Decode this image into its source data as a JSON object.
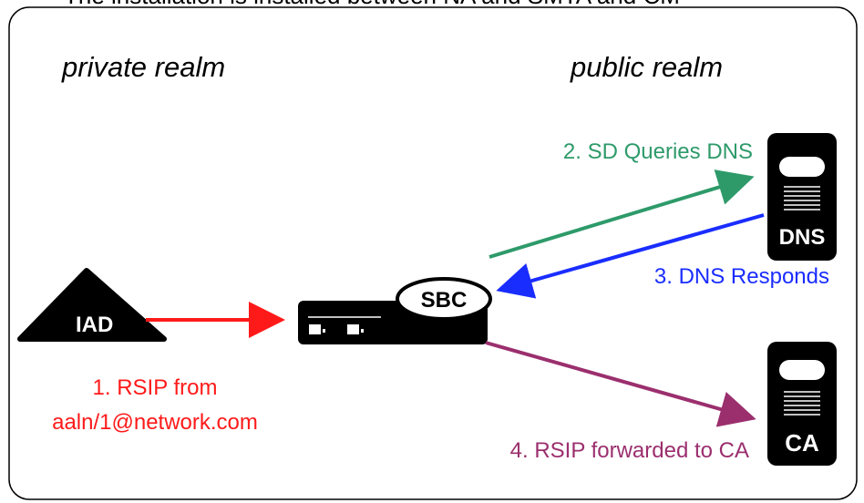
{
  "top_caption": "The installation is installed between NA and SMTA and CM",
  "realms": {
    "private": "private realm",
    "public": "public realm"
  },
  "nodes": {
    "iad": "IAD",
    "sbc": "SBC",
    "dns": "DNS",
    "ca": "CA"
  },
  "steps": {
    "step1_line1": "1. RSIP from",
    "step1_line2": "aaln/1@network.com",
    "step2": "2. SD Queries DNS",
    "step3": "3. DNS Responds",
    "step4": "4. RSIP forwarded to CA"
  },
  "colors": {
    "step1": "#ff1a1a",
    "step2": "#2e9a6a",
    "step3": "#1a2dff",
    "step4": "#9b2f6e",
    "device": "#000000"
  }
}
